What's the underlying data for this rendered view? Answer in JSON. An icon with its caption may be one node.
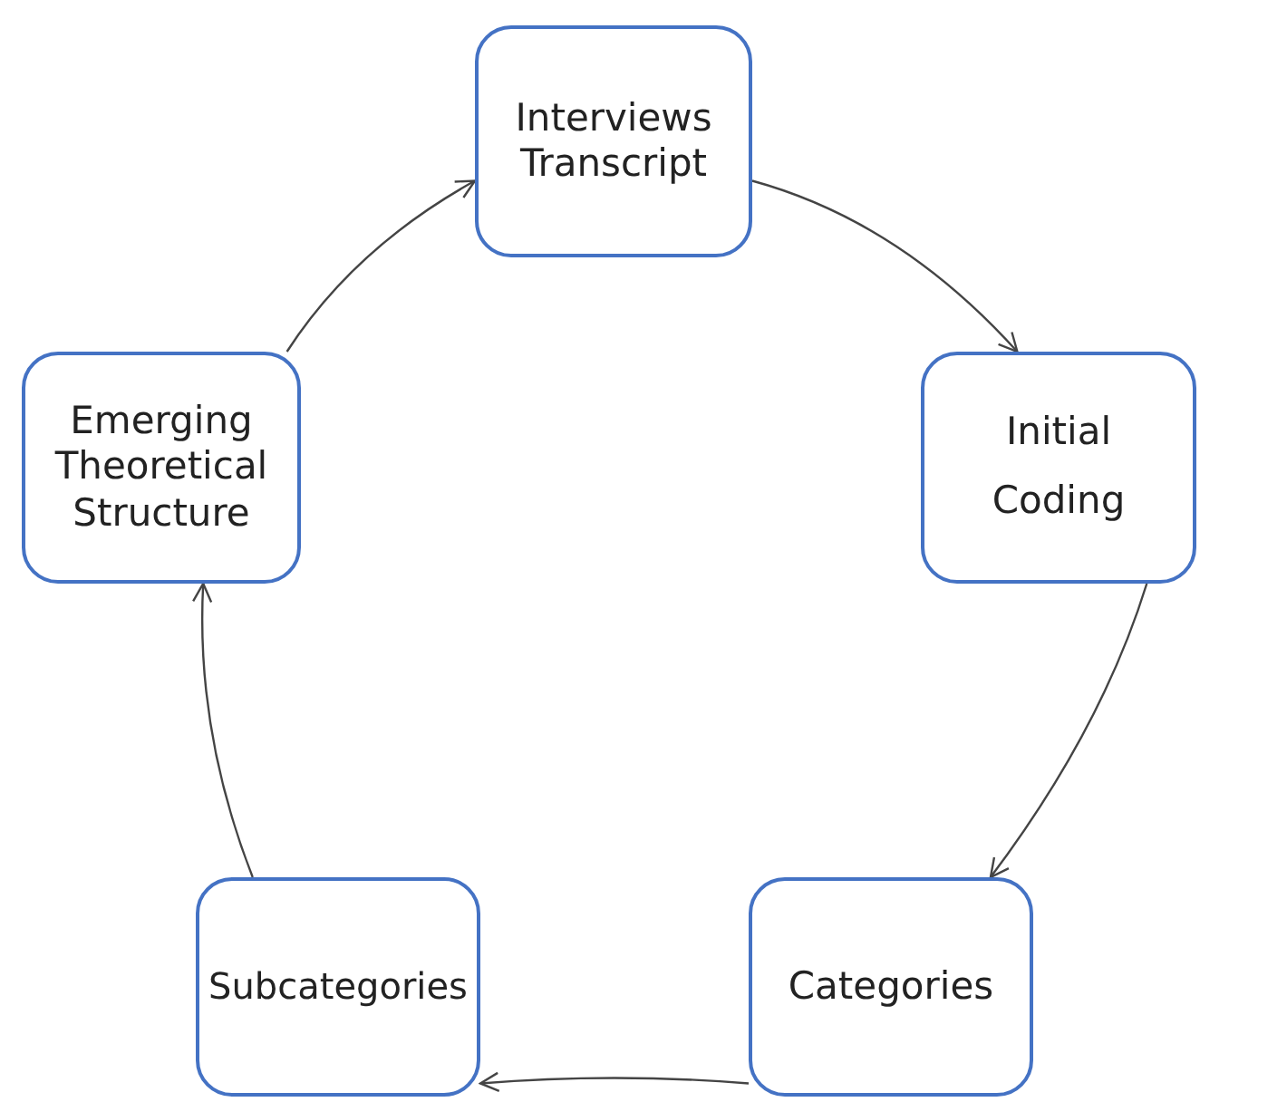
{
  "diagram": {
    "nodes": [
      {
        "text": [
          "Interviews Transcript"
        ]
      },
      {
        "text": [
          "Initial Coding"
        ]
      },
      {
        "text": [
          "Categories"
        ]
      },
      {
        "text": [
          "Subcategories"
        ]
      },
      {
        "text": [
          "Emerging Theoretical Structure"
        ]
      }
    ],
    "edges": [
      {
        "from": 0,
        "to": 1,
        "arrow": "to"
      },
      {
        "from": 1,
        "to": 2,
        "arrow": "to"
      },
      {
        "from": 2,
        "to": 3,
        "arrow": "to"
      },
      {
        "from": 3,
        "to": 4,
        "arrow": "to"
      },
      {
        "from": 4,
        "to": 0,
        "arrow": "to"
      }
    ]
  }
}
